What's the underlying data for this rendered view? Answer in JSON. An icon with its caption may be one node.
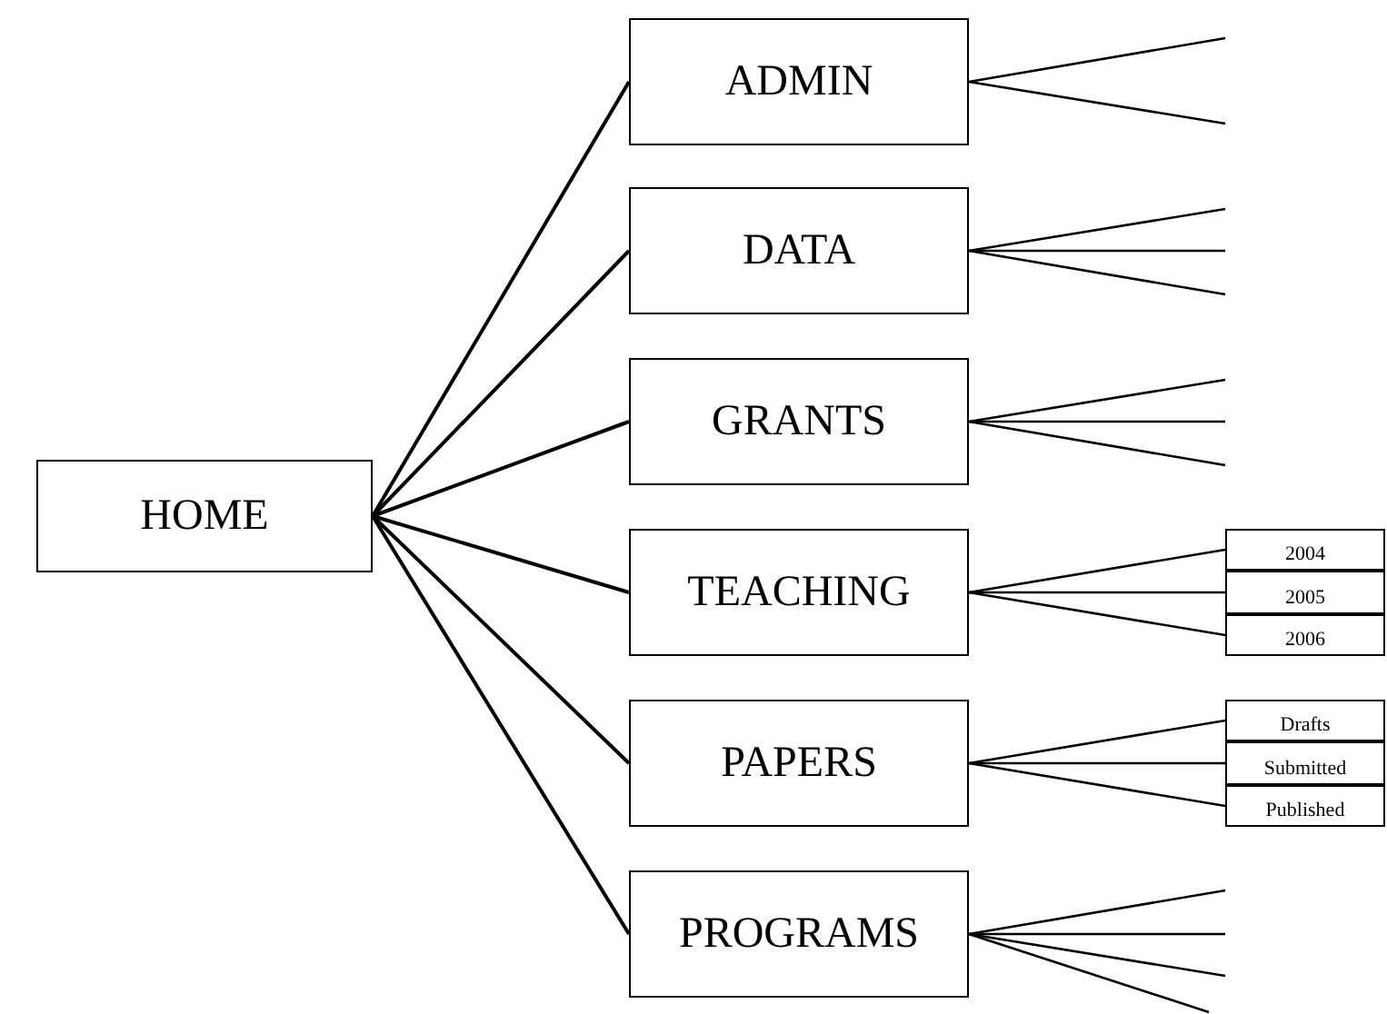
{
  "diagram": {
    "nodes": [
      {
        "text": [
          "HOME"
        ]
      },
      {
        "text": [
          "ADMIN"
        ]
      },
      {
        "text": [
          "DATA"
        ]
      },
      {
        "text": [
          "GRANTS"
        ]
      },
      {
        "text": [
          "TEACHING"
        ]
      },
      {
        "text": [
          "PAPERS"
        ]
      },
      {
        "text": [
          "PROGRAMS"
        ]
      },
      {
        "text": [
          "2004"
        ]
      },
      {
        "text": [
          "2005"
        ]
      },
      {
        "text": [
          "2006"
        ]
      },
      {
        "text": [
          "Drafts"
        ]
      },
      {
        "text": [
          "Submitted"
        ]
      },
      {
        "text": [
          "Published"
        ]
      }
    ],
    "edges": [
      {
        "from": 0,
        "to": 1,
        "arrow": "none"
      },
      {
        "from": 0,
        "to": 2,
        "arrow": "none"
      },
      {
        "from": 0,
        "to": 3,
        "arrow": "none"
      },
      {
        "from": 0,
        "to": 4,
        "arrow": "none"
      },
      {
        "from": 0,
        "to": 5,
        "arrow": "none"
      },
      {
        "from": 0,
        "to": 6,
        "arrow": "none"
      },
      {
        "from": 1,
        "to": null,
        "arrow": "none"
      },
      {
        "from": 1,
        "to": null,
        "arrow": "none"
      },
      {
        "from": 2,
        "to": null,
        "arrow": "none"
      },
      {
        "from": 2,
        "to": null,
        "arrow": "none"
      },
      {
        "from": 2,
        "to": null,
        "arrow": "none"
      },
      {
        "from": 3,
        "to": null,
        "arrow": "none"
      },
      {
        "from": 3,
        "to": null,
        "arrow": "none"
      },
      {
        "from": 3,
        "to": null,
        "arrow": "none"
      },
      {
        "from": 4,
        "to": 7,
        "arrow": "none"
      },
      {
        "from": 4,
        "to": 8,
        "arrow": "none"
      },
      {
        "from": 4,
        "to": 9,
        "arrow": "none"
      },
      {
        "from": 5,
        "to": 10,
        "arrow": "none"
      },
      {
        "from": 5,
        "to": 11,
        "arrow": "none"
      },
      {
        "from": 5,
        "to": 12,
        "arrow": "none"
      },
      {
        "from": 6,
        "to": null,
        "arrow": "none"
      },
      {
        "from": 6,
        "to": null,
        "arrow": "none"
      },
      {
        "from": 6,
        "to": null,
        "arrow": "none"
      },
      {
        "from": 6,
        "to": null,
        "arrow": "none"
      }
    ]
  }
}
